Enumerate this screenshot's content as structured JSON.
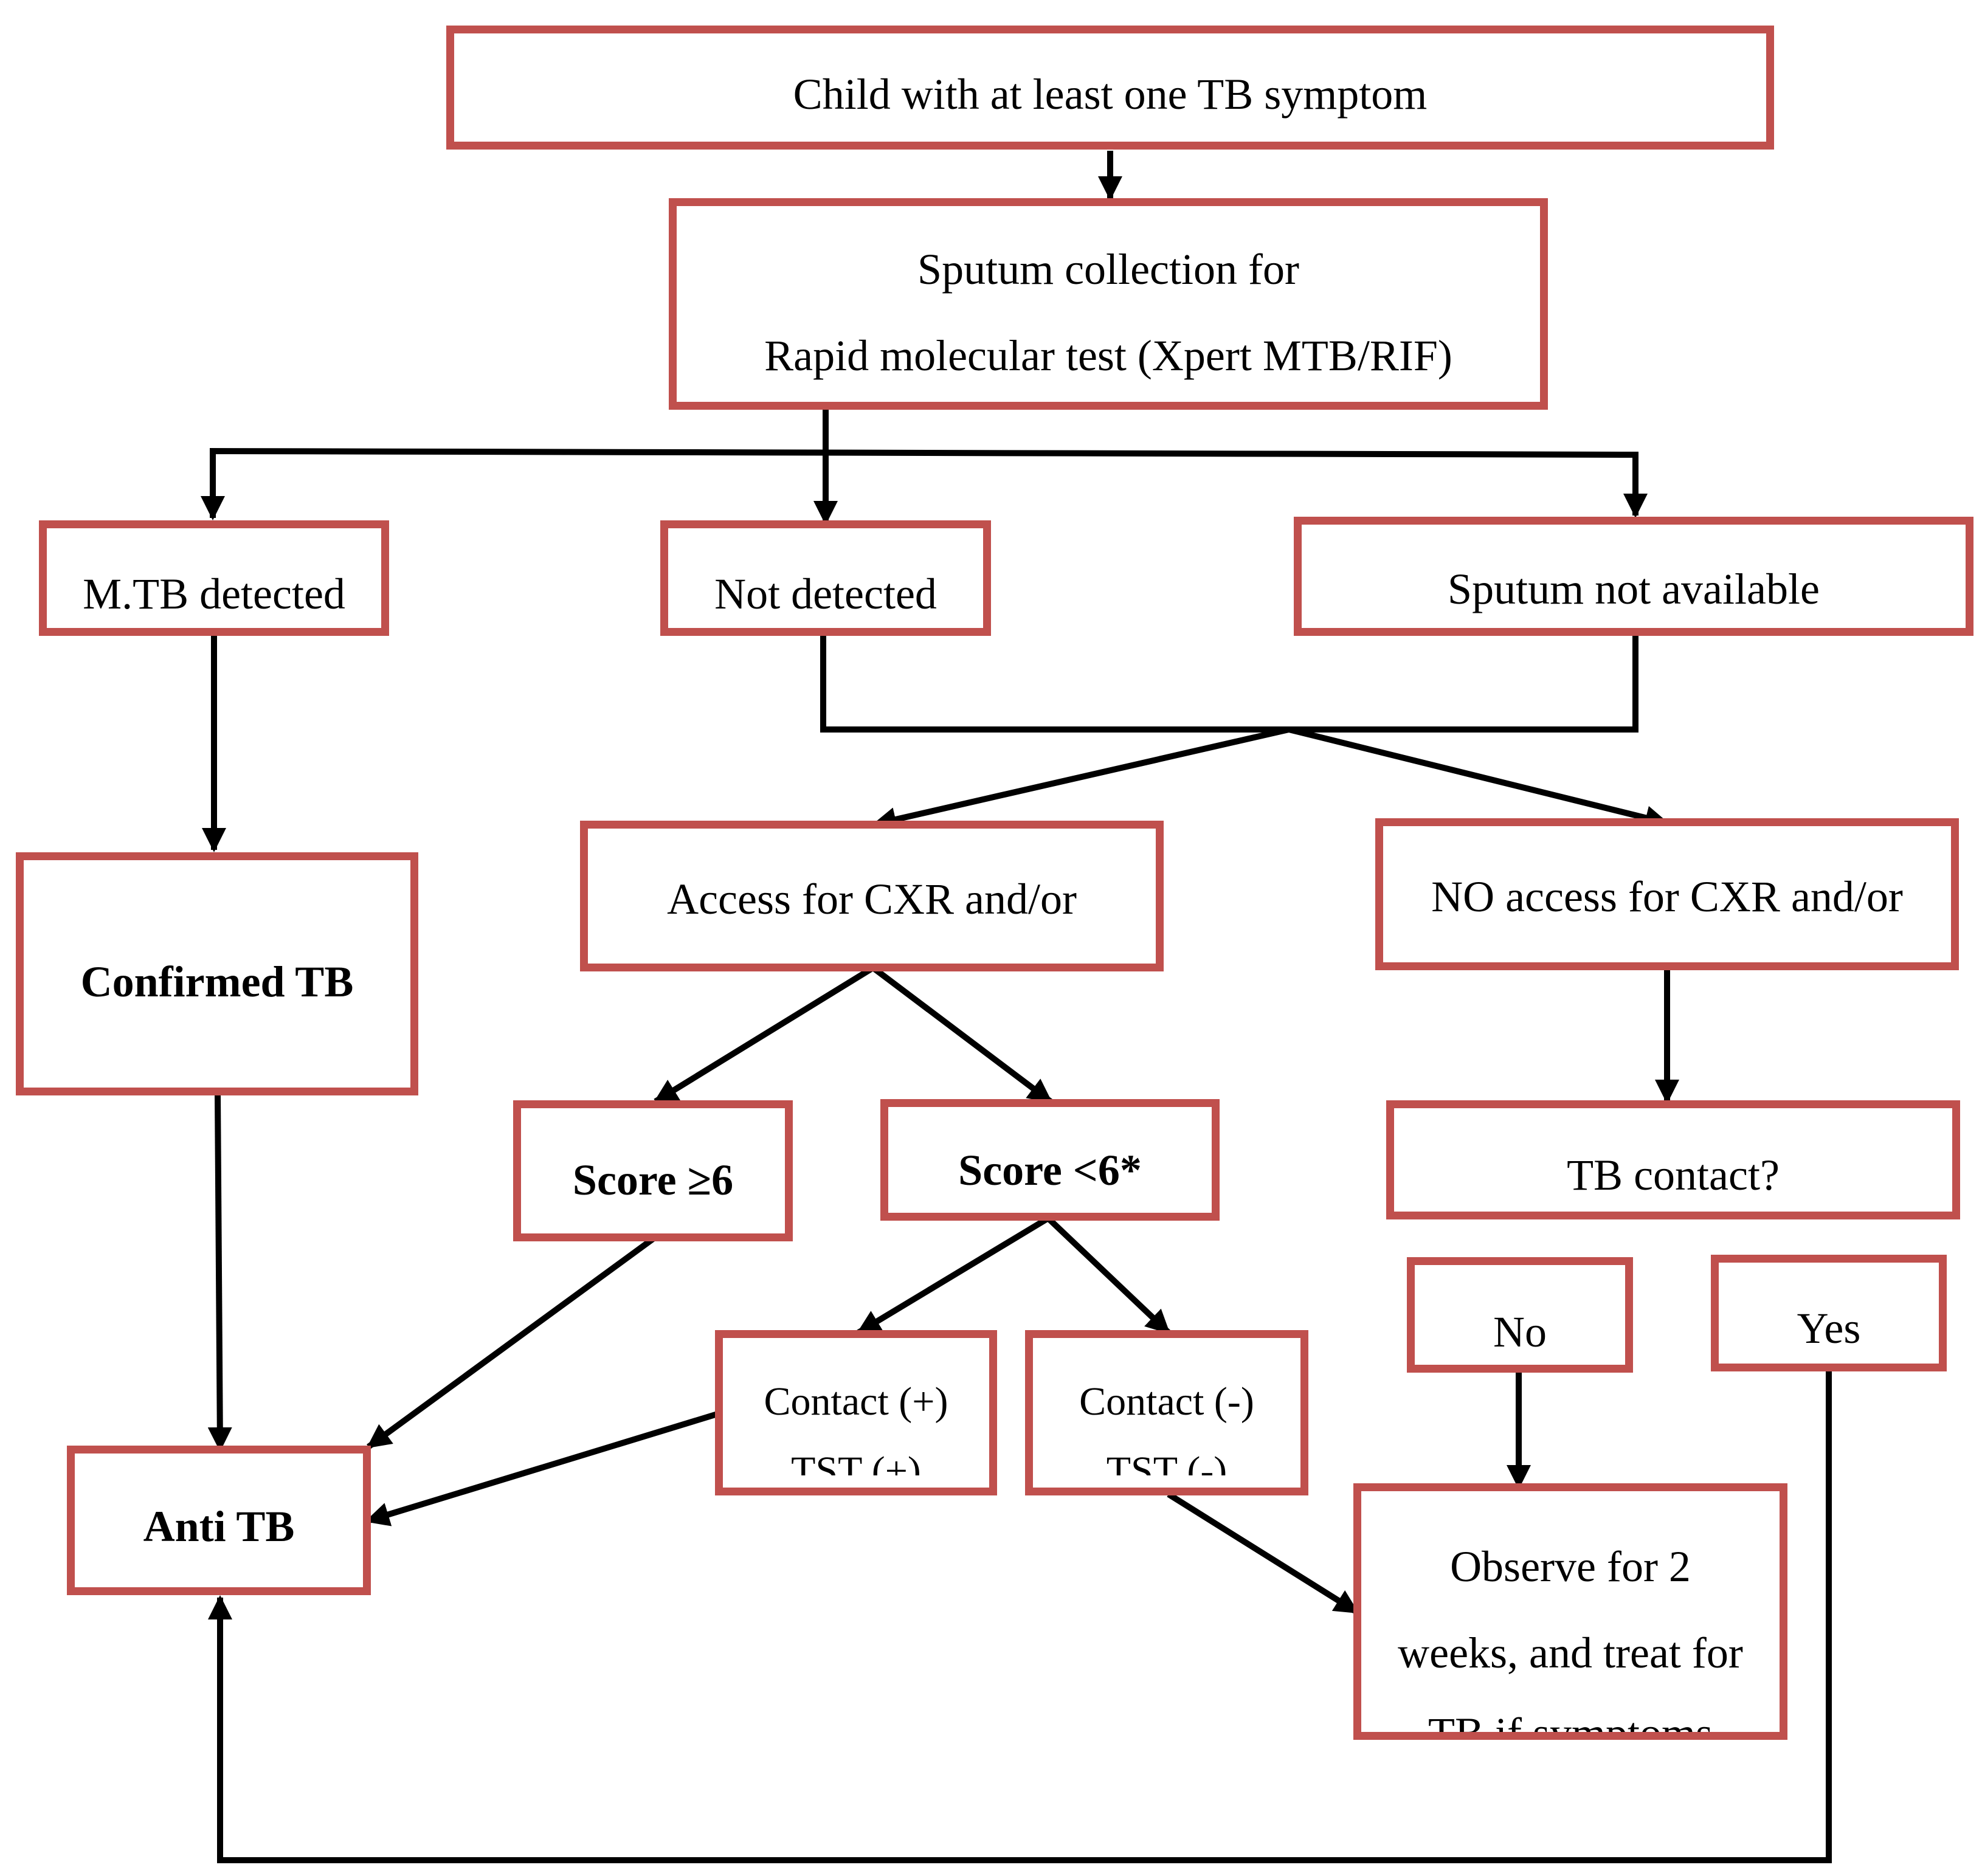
{
  "nodes": {
    "start": "Child with at least one TB symptom",
    "sputum_line1": "Sputum collection for",
    "sputum_line2": "Rapid molecular test (Xpert MTB/RIF)",
    "mtb_detected": "M.TB detected",
    "not_detected": "Not detected",
    "sputum_not_available": "Sputum not available",
    "confirmed_tb": "Confirmed TB",
    "access_cxr": "Access for CXR and/or",
    "no_access_cxr": "NO access for CXR and/or",
    "score_ge6_prefix": "Score ",
    "score_ge6_symbol": "≥",
    "score_ge6_value": "6",
    "score_lt6": "Score <6*",
    "tb_contact": "TB contact?",
    "no": "No",
    "yes": "Yes",
    "contact_pos_line1": "Contact (+)",
    "contact_pos_line2": "TST (+)",
    "contact_neg_line1": "Contact (-)",
    "contact_neg_line2": "TST (-)",
    "anti_tb": "Anti TB",
    "observe_line1": "Observe for 2",
    "observe_line2": "weeks, and treat for",
    "observe_line3": "TB if symptoms"
  },
  "colors": {
    "box_border": "#c0504d",
    "arrow": "#000000",
    "background": "#ffffff"
  }
}
